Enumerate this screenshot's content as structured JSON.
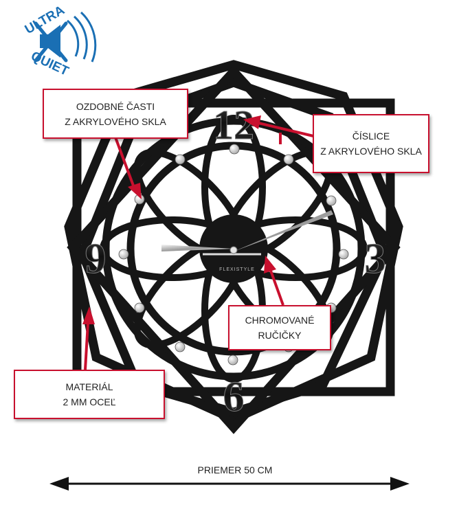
{
  "logo": {
    "word_top": "ULTRA",
    "word_bottom": "QUIET",
    "color": "#1a6fb4"
  },
  "clock": {
    "numerals": {
      "twelve": "12",
      "three": "3",
      "six": "6",
      "nine": "9"
    },
    "brand": "FLEXISTYLE",
    "body_color": "#161616",
    "dot_color": "#d8d8d8"
  },
  "callouts": {
    "decor": {
      "line1": "OZDOBNÉ ČASTI",
      "line2": "Z AKRYLOVÉHO SKLA"
    },
    "numerals": {
      "line1": "ČÍSLICE",
      "line2": "Z AKRYLOVÉHO SKLA"
    },
    "hands": {
      "line1": "CHROMOVANÉ",
      "line2": "RUČIČKY"
    },
    "material": {
      "line1": "MATERIÁL",
      "line2": "2 MM OCEĽ"
    }
  },
  "dimension": {
    "label": "PRIEMER 50 CM"
  },
  "accent_color": "#c8102e"
}
